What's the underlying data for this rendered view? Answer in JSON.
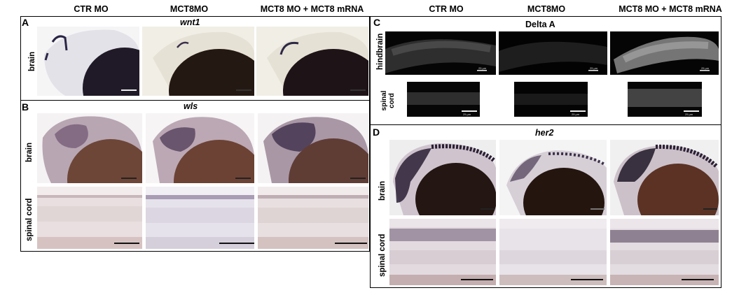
{
  "headers": {
    "left": [
      "CTR MO",
      "MCT8MO",
      "MCT8 MO + MCT8 mRNA"
    ],
    "right": [
      "CTR MO",
      "MCT8MO",
      "MCT8 MO + MCT8 mRNA"
    ]
  },
  "panelA": {
    "label": "A",
    "gene": "wnt1",
    "row": "brain"
  },
  "panelB": {
    "label": "B",
    "gene": "wls",
    "rows": [
      "brain",
      "spinal cord"
    ]
  },
  "panelC": {
    "label": "C",
    "title": "Delta A",
    "rows": [
      "hindbrain",
      "spinal cord"
    ],
    "hindbrain_scale": "25 µm",
    "spinal_scale": "25 µm"
  },
  "panelD": {
    "label": "D",
    "gene": "her2",
    "rows": [
      "brain",
      "spinal cord"
    ]
  },
  "colors": {
    "stain": "#2a1f3a",
    "yolk": "#6b4636",
    "tissue": "#d8d2d6",
    "fluor_bg": "#000000"
  }
}
